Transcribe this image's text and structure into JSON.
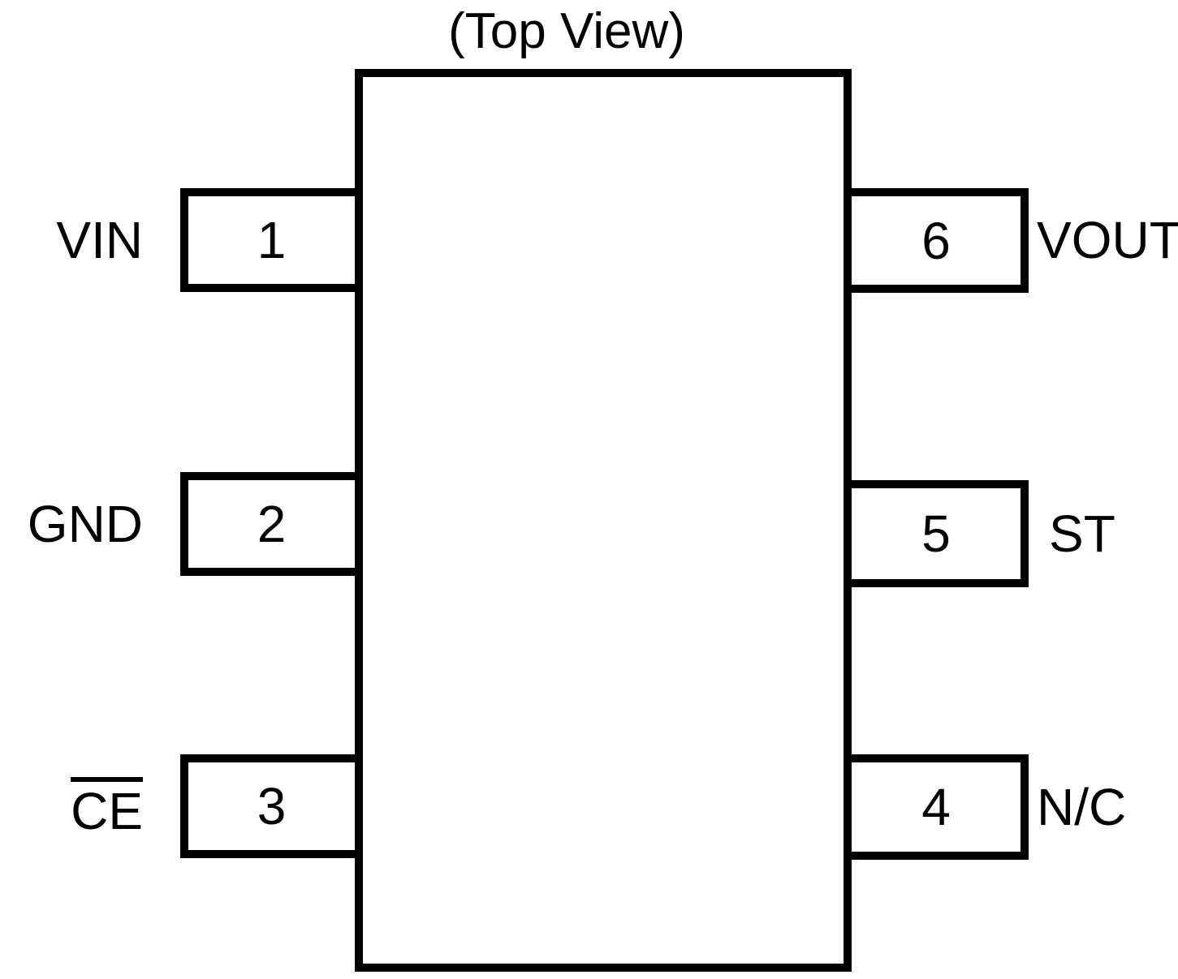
{
  "title": "(Top View)",
  "colors": {
    "line": "#000000",
    "background": "#ffffff"
  },
  "pins": {
    "left": [
      {
        "number": "1",
        "name": "VIN",
        "overline": false
      },
      {
        "number": "2",
        "name": "GND",
        "overline": false
      },
      {
        "number": "3",
        "name": "CE",
        "overline": true
      }
    ],
    "right": [
      {
        "number": "6",
        "name": "VOUT",
        "overline": false
      },
      {
        "number": "5",
        "name": "ST",
        "overline": false
      },
      {
        "number": "4",
        "name": "N/C",
        "overline": false
      }
    ]
  }
}
